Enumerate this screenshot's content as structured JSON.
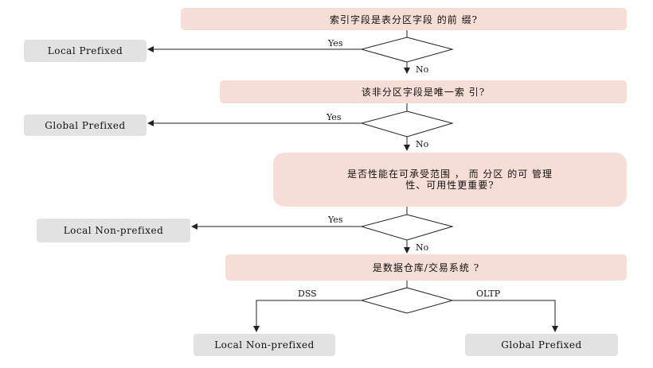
{
  "questions": {
    "q1": "索引字段是表分区字段 的前 缀?",
    "q2": "该非分区字段是唯一索 引?",
    "q3_line1": "是否性能在可承受范围 ， 而 分区 的可 管理",
    "q3_line2": "性、可用性更重要?",
    "q4": "是数据仓库/交易系统 ?"
  },
  "outcomes": {
    "o1": "Local Prefixed",
    "o2": "Global Prefixed",
    "o3": "Local Non-prefixed",
    "o4": "Local Non-prefixed",
    "o5": "Global Prefixed"
  },
  "edge_labels": {
    "yes1": "Yes",
    "no1": "No",
    "yes2": "Yes",
    "no2": "No",
    "yes3": "Yes",
    "no3": "No",
    "dss": "DSS",
    "oltp": "OLTP"
  }
}
